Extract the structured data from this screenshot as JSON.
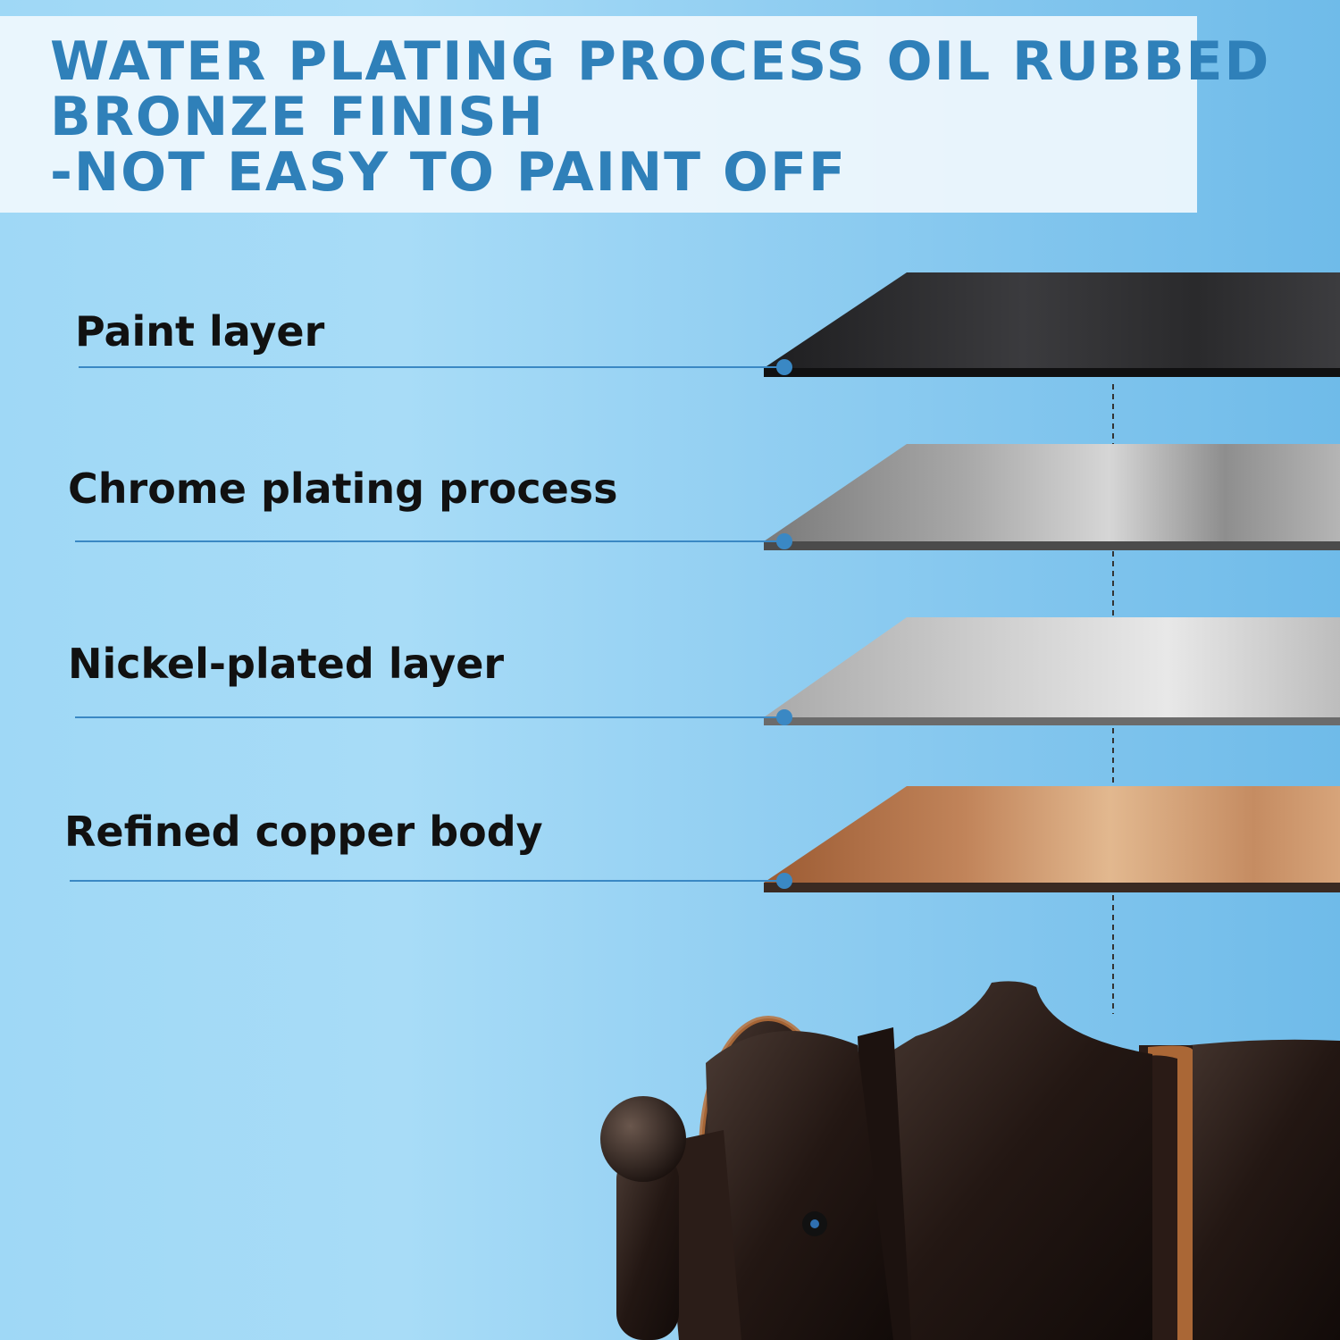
{
  "header": {
    "title_lines": [
      "WATER PLATING PROCESS OIL RUBBED",
      "BRONZE FINISH",
      "-NOT EASY TO PAINT OFF"
    ]
  },
  "layers": [
    {
      "label": "Paint layer",
      "color": "#2b2b2d"
    },
    {
      "label": "Chrome plating process",
      "color": "#9a9a9a"
    },
    {
      "label": "Nickel-plated layer",
      "color": "#c4c4c4"
    },
    {
      "label": "Refined copper body",
      "color": "#c48a5e"
    }
  ],
  "colors": {
    "title_blue": "#2f80b9",
    "leader_line": "#3a88c4",
    "bronze": "#2a1c17",
    "copper_highlight": "#b8703a"
  },
  "icons": {
    "product": "bronze-faucet-handle-icon"
  }
}
